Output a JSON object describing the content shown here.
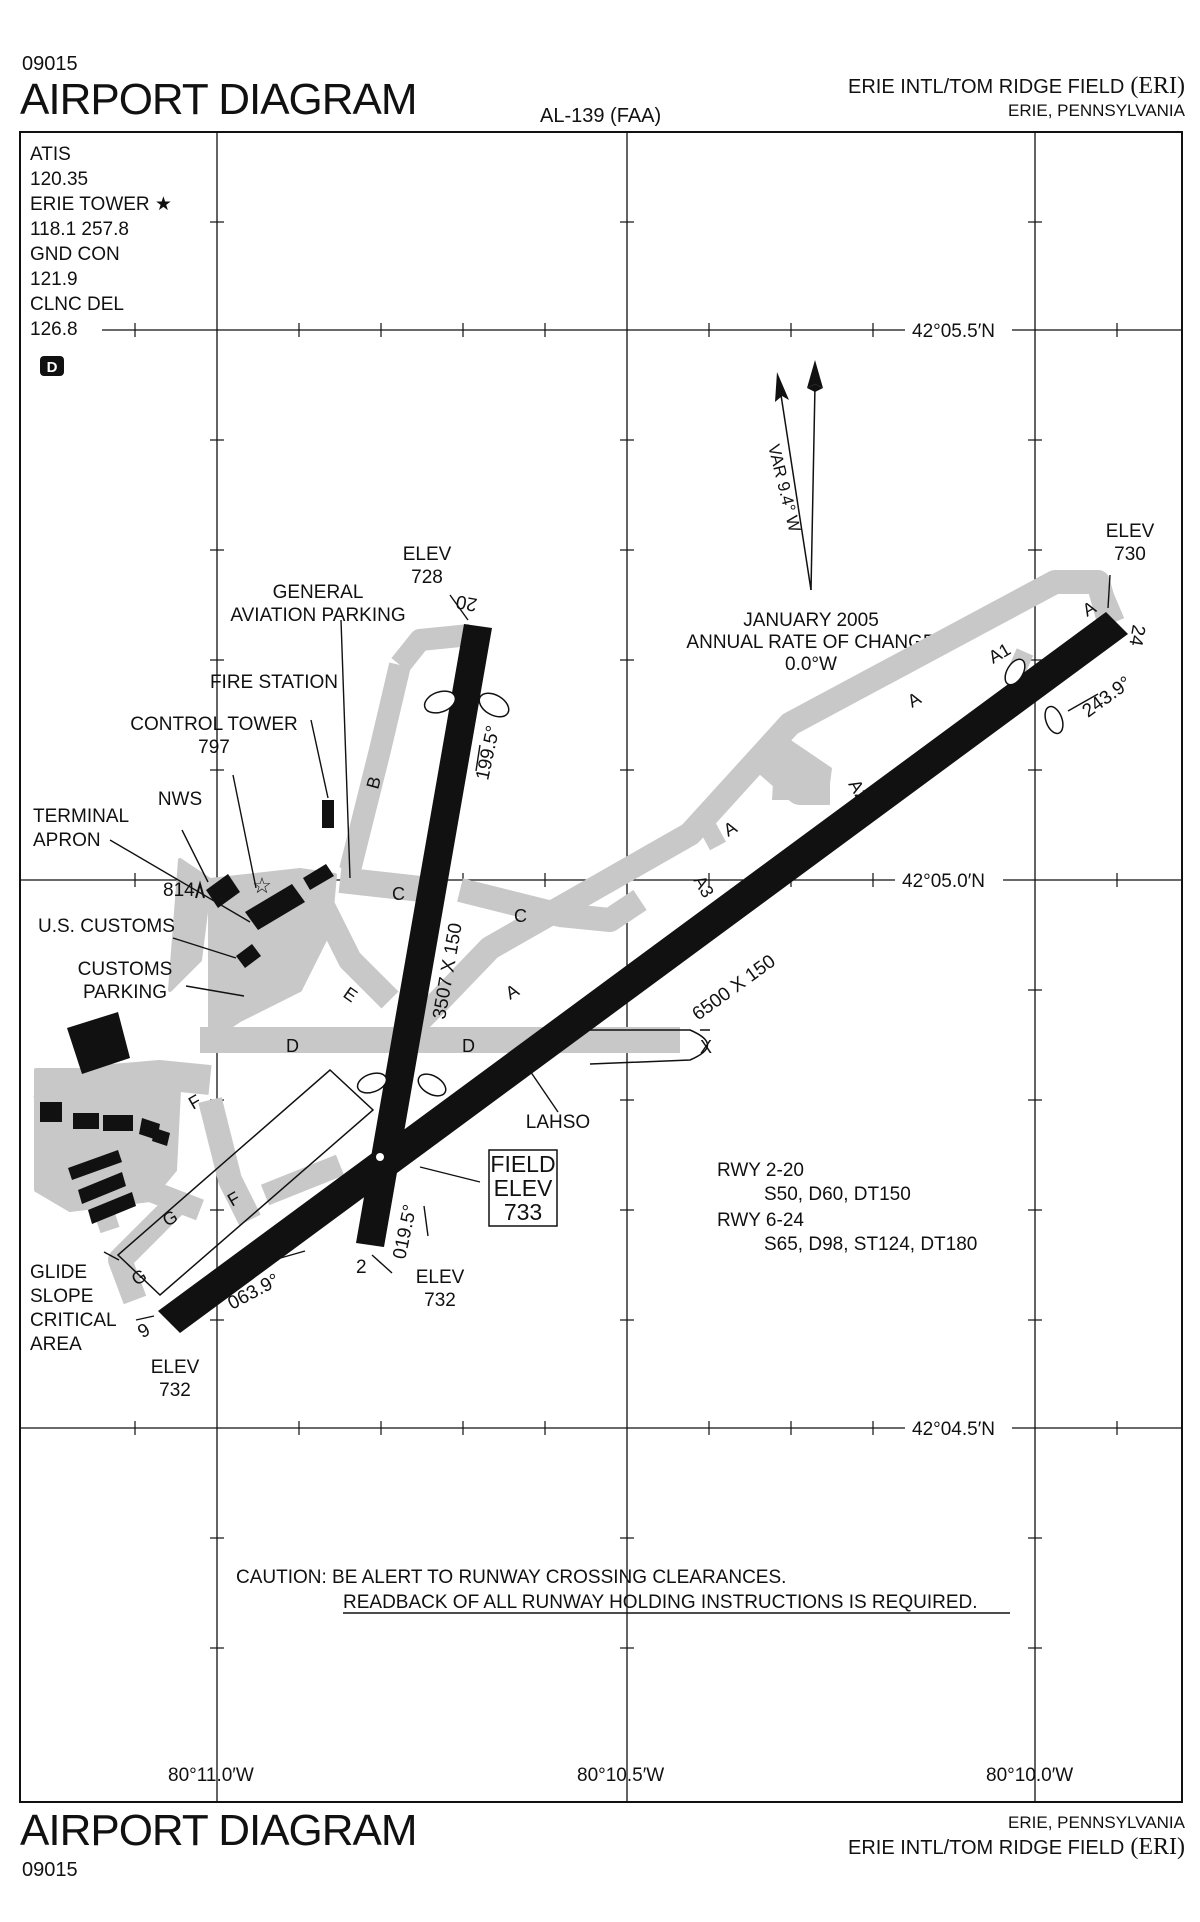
{
  "header": {
    "chart_number": "09015",
    "title": "AIRPORT DIAGRAM",
    "procedure_id": "AL-139 (FAA)",
    "airport_name": "ERIE INTL/TOM RIDGE FIELD",
    "airport_id": "(ERI)",
    "city_state": "ERIE, PENNSYLVANIA"
  },
  "footer": {
    "title": "AIRPORT DIAGRAM",
    "chart_number": "09015",
    "city_state": "ERIE, PENNSYLVANIA",
    "airport_name": "ERIE INTL/TOM RIDGE FIELD",
    "airport_id": "(ERI)"
  },
  "frequencies": [
    {
      "name": "ATIS",
      "value": "120.35"
    },
    {
      "name": "ERIE TOWER ★",
      "value": "118.1  257.8"
    },
    {
      "name": "GND CON",
      "value": "121.9"
    },
    {
      "name": "CLNC DEL",
      "value": "126.8"
    }
  ],
  "d_symbol": "D",
  "coordinates": {
    "lat_top": "42°05.5′N",
    "lat_mid": "42°05.0′N",
    "lat_bottom": "42°04.5′N",
    "lon_left": "80°11.0′W",
    "lon_mid": "80°10.5′W",
    "lon_right": "80°10.0′W"
  },
  "variation": {
    "label": "VAR 9.4° W",
    "date": "JANUARY 2005",
    "rate_label": "ANNUAL RATE OF CHANGE",
    "rate_value": "0.0°W"
  },
  "runways": {
    "rwy_2_20": {
      "end_2": "2",
      "end_20": "20",
      "dimensions": "3507 X 150",
      "heading_2": "019.5°",
      "heading_20": "199.5°"
    },
    "rwy_6_24": {
      "end_6": "6",
      "end_24": "24",
      "dimensions": "6500 X 150",
      "heading_6": "063.9°",
      "heading_24": "243.9°"
    }
  },
  "elevations": {
    "elev_label": "ELEV",
    "rwy20_elev": "728",
    "rwy24_elev": "730",
    "rwy2_elev": "732",
    "rwy6_elev": "732",
    "field_label_1": "FIELD",
    "field_label_2": "ELEV",
    "field_elev": "733"
  },
  "facilities": {
    "general_aviation_1": "GENERAL",
    "general_aviation_2": "AVIATION PARKING",
    "fire_station": "FIRE STATION",
    "control_tower": "CONTROL TOWER",
    "control_tower_elev": "797",
    "nws": "NWS",
    "terminal_1": "TERMINAL",
    "terminal_2": "APRON",
    "obstacle_elev": "814",
    "us_customs": "U.S. CUSTOMS",
    "customs_parking_1": "CUSTOMS",
    "customs_parking_2": "PARKING",
    "glide_slope_1": "GLIDE",
    "glide_slope_2": "SLOPE",
    "glide_slope_3": "CRITICAL",
    "glide_slope_4": "AREA",
    "lahso": "LAHSO"
  },
  "taxiways": {
    "A": "A",
    "A1": "A1",
    "A2": "A2",
    "A3": "A3",
    "B": "B",
    "C": "C",
    "D": "D",
    "E": "E",
    "F": "F",
    "G": "G",
    "X": "X"
  },
  "runway_strength": {
    "rwy_2_20_label": "RWY 2-20",
    "rwy_2_20_values": "S50, D60, DT150",
    "rwy_6_24_label": "RWY 6-24",
    "rwy_6_24_values": "S65, D98, ST124, DT180"
  },
  "caution": {
    "line1": "CAUTION:  BE ALERT TO RUNWAY CROSSING CLEARANCES.",
    "line2": "READBACK OF ALL RUNWAY HOLDING INSTRUCTIONS IS REQUIRED."
  }
}
